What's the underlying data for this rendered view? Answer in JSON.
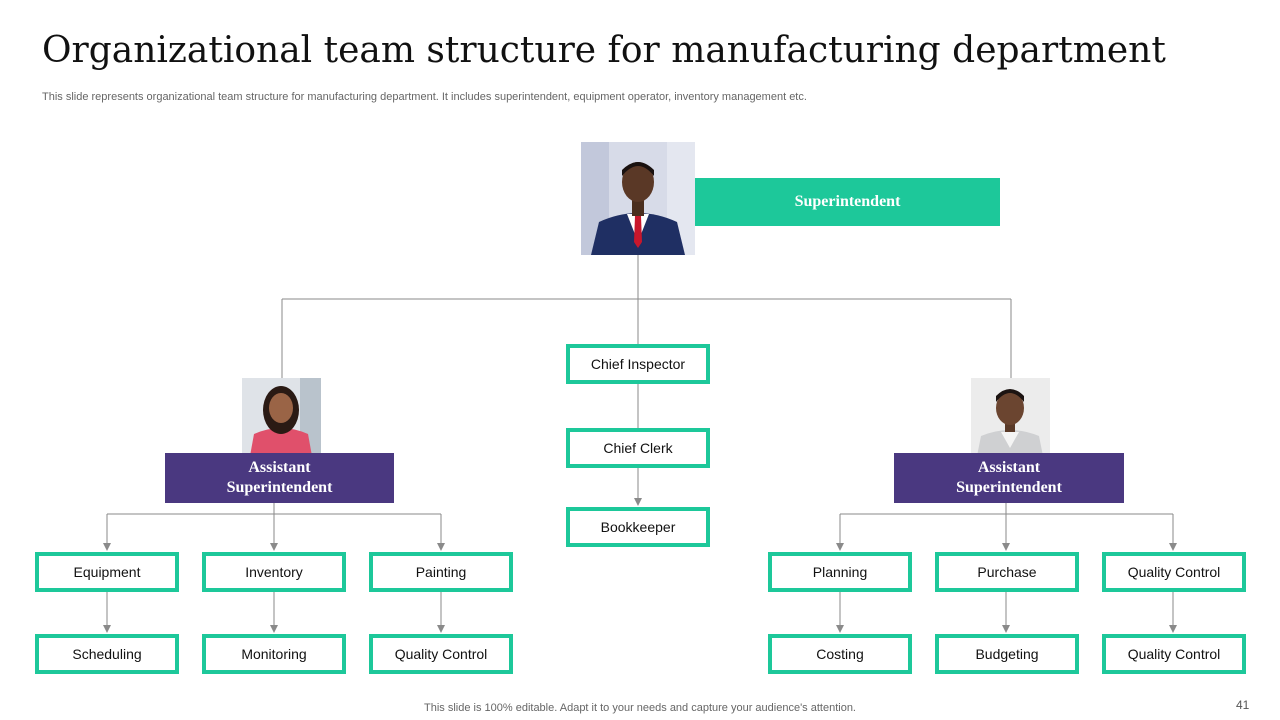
{
  "header": {
    "title": "Organizational team structure for manufacturing department",
    "subtitle": "This slide represents organizational team structure for manufacturing department. It includes superintendent, equipment operator, inventory management etc."
  },
  "top": {
    "role": "Superintendent"
  },
  "left": {
    "role": "Assistant Superintendent",
    "columns": [
      {
        "top": "Equipment",
        "bottom": "Scheduling"
      },
      {
        "top": "Inventory",
        "bottom": "Monitoring"
      },
      {
        "top": "Painting",
        "bottom": "Quality Control"
      }
    ]
  },
  "center": {
    "items": [
      "Chief Inspector",
      "Chief Clerk",
      "Bookkeeper"
    ]
  },
  "right": {
    "role": "Assistant Superintendent",
    "columns": [
      {
        "top": "Planning",
        "bottom": "Costing"
      },
      {
        "top": "Purchase",
        "bottom": "Budgeting"
      },
      {
        "top": "Quality Control",
        "bottom": "Quality Control"
      }
    ]
  },
  "footer": {
    "note": "This slide is 100% editable. Adapt it to your needs and capture your audience's attention.",
    "page_number": "41"
  },
  "colors": {
    "accent_green": "#1dc89a",
    "accent_purple": "#4a3880",
    "connector": "#8a8a8a"
  }
}
